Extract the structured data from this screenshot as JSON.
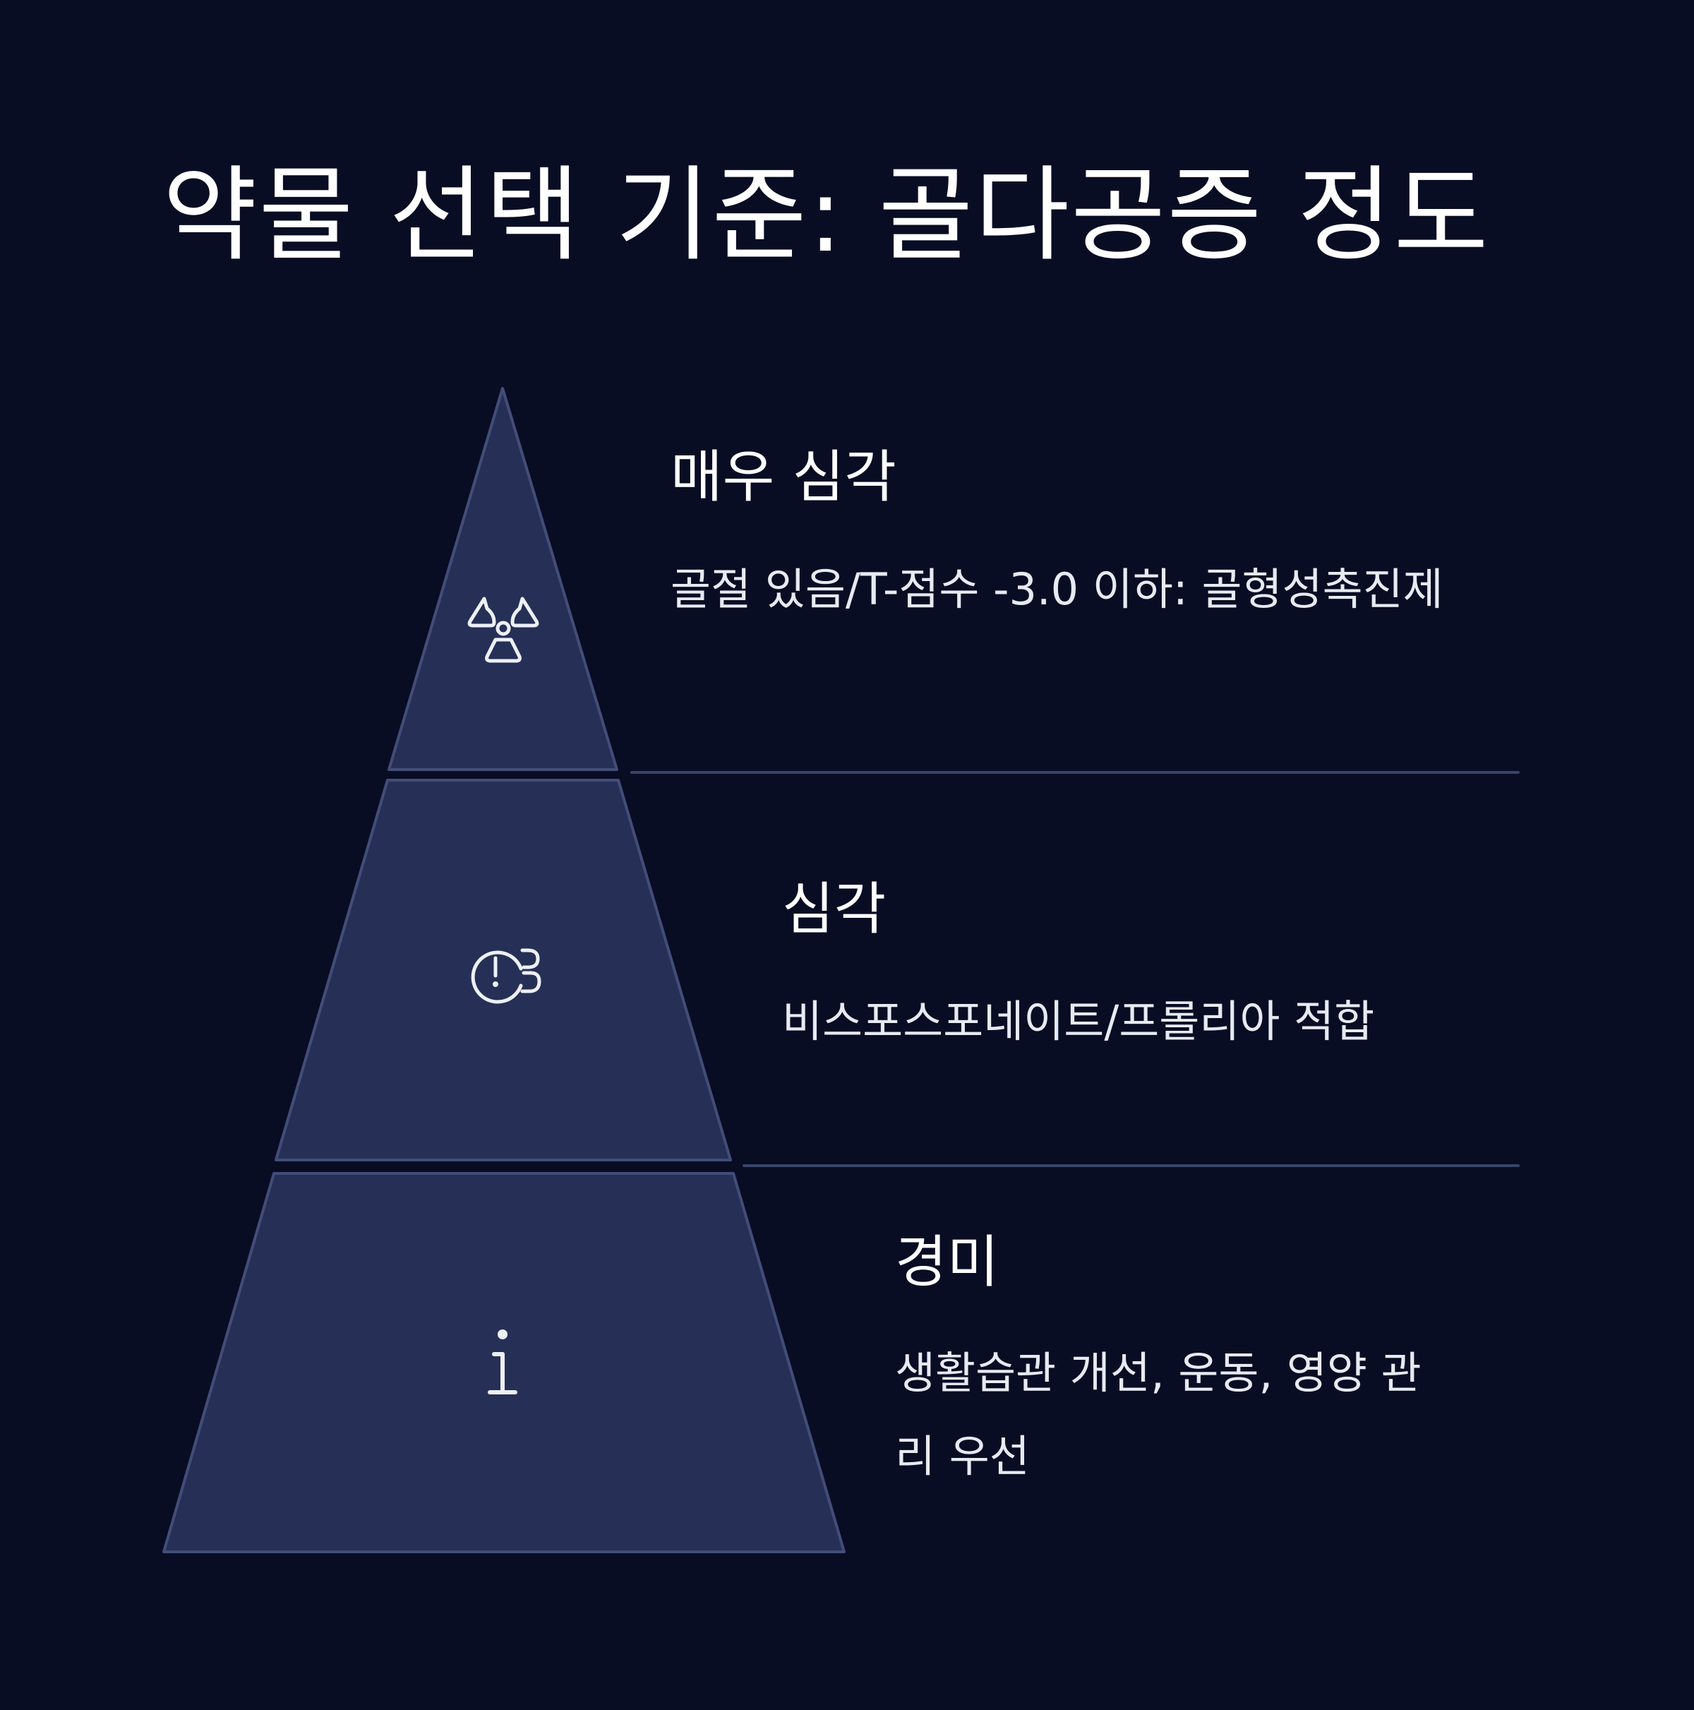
{
  "title": "약물 선택 기준: 골다공증 정도",
  "colors": {
    "background": "#080d24",
    "tier_fill": "#263056",
    "tier_stroke": "#434d78",
    "icon_stroke": "#eef0f8",
    "divider": "#3a4468",
    "text": "#ffffff"
  },
  "tiers": [
    {
      "label": "매우 심각",
      "description": "골절 있음/T-점수 -3.0 이하: 골형성촉진제",
      "icon": "radiation-icon"
    },
    {
      "label": "심각",
      "description": "비스포스포네이트/프롤리아 적합",
      "icon": "head-alert-icon"
    },
    {
      "label": "경미",
      "description": "생활습관 개선, 운동, 영양 관리 우선",
      "icon": "info-icon"
    }
  ]
}
